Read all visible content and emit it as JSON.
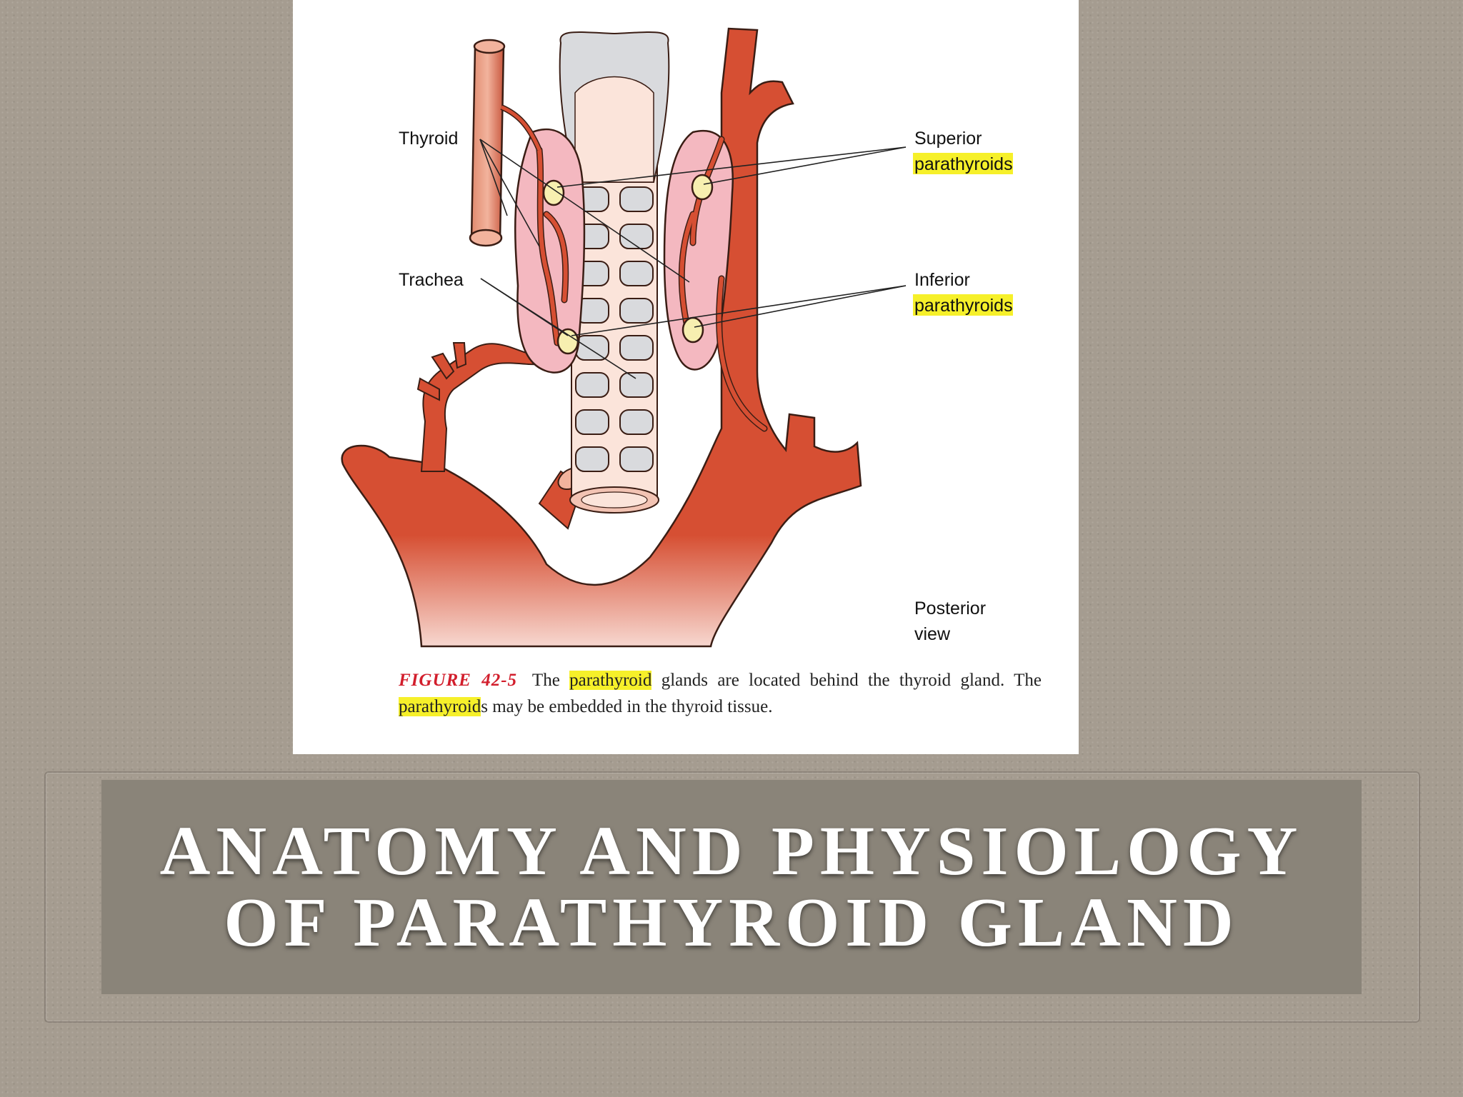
{
  "figure": {
    "labels": {
      "thyroid": "Thyroid",
      "trachea": "Trachea",
      "superior_line1": "Superior",
      "superior_line2": "parathyroids",
      "inferior_line1": "Inferior",
      "inferior_line2": "parathyroids",
      "posterior_line1": "Posterior",
      "posterior_line2": "view"
    },
    "caption": {
      "figure_number": "FIGURE 42-5",
      "part1": "The",
      "highlight1": "parathyroid",
      "part2": "glands are located behind the thyroid gland. The",
      "highlight2": "parathyroid",
      "part3": "s may be embedded in the thyroid tissue."
    },
    "colors": {
      "artery": "#d64f33",
      "thyroid": "#f4b8c0",
      "gland": "#f7efb0",
      "cartilage": "#d9dadd",
      "highlight": "#f6f02a",
      "figure_label": "#d21e2c"
    }
  },
  "title": {
    "line1": "ANATOMY AND PHYSIOLOGY",
    "line2": "OF PARATHYROID GLAND"
  }
}
